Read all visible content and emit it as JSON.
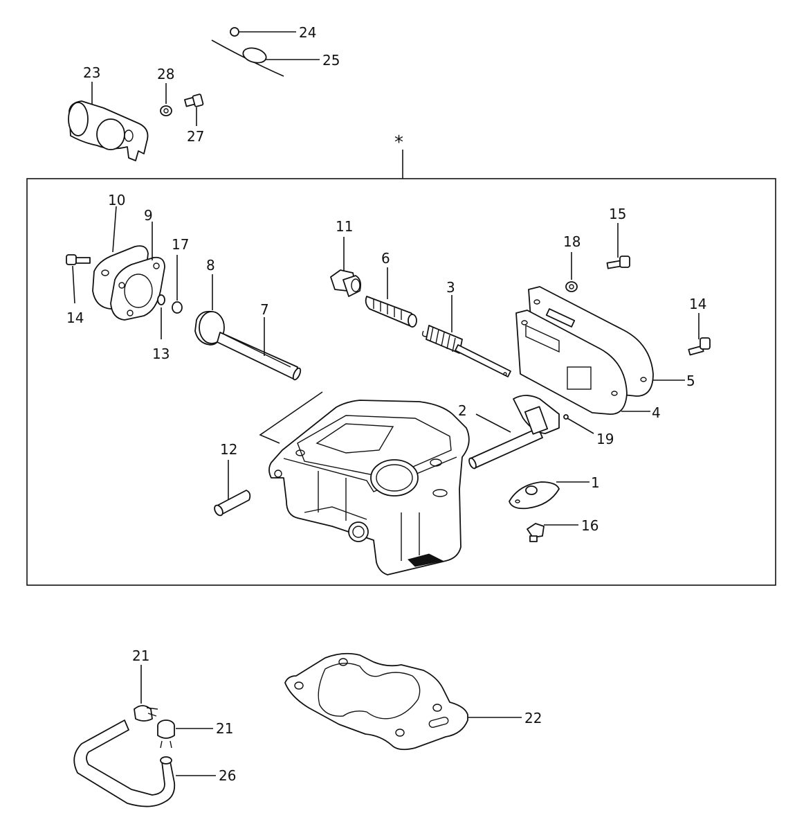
{
  "assembly_marker": "*",
  "callouts": {
    "c1": "1",
    "c2": "2",
    "c3": "3",
    "c4": "4",
    "c5": "5",
    "c6": "6",
    "c7": "7",
    "c8": "8",
    "c9": "9",
    "c10": "10",
    "c11": "11",
    "c12": "12",
    "c13": "13",
    "c14a": "14",
    "c14b": "14",
    "c15": "15",
    "c16": "16",
    "c17": "17",
    "c18": "18",
    "c19": "19",
    "c21a": "21",
    "c21b": "21",
    "c22": "22",
    "c23": "23",
    "c24": "24",
    "c25": "25",
    "c26": "26",
    "c27": "27",
    "c28": "28"
  },
  "colors": {
    "line": "#111111",
    "background": "#ffffff"
  }
}
